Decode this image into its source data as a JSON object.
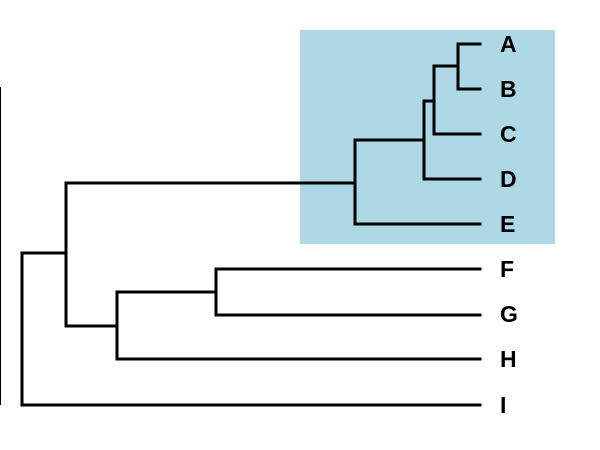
{
  "diagram": {
    "type": "dendrogram",
    "leaves": [
      "A",
      "B",
      "C",
      "D",
      "E",
      "F",
      "G",
      "H",
      "I"
    ],
    "highlighted_clade": [
      "A",
      "B",
      "C",
      "D",
      "E"
    ],
    "highlight_color": "#add8e6",
    "line_color": "#000000"
  }
}
